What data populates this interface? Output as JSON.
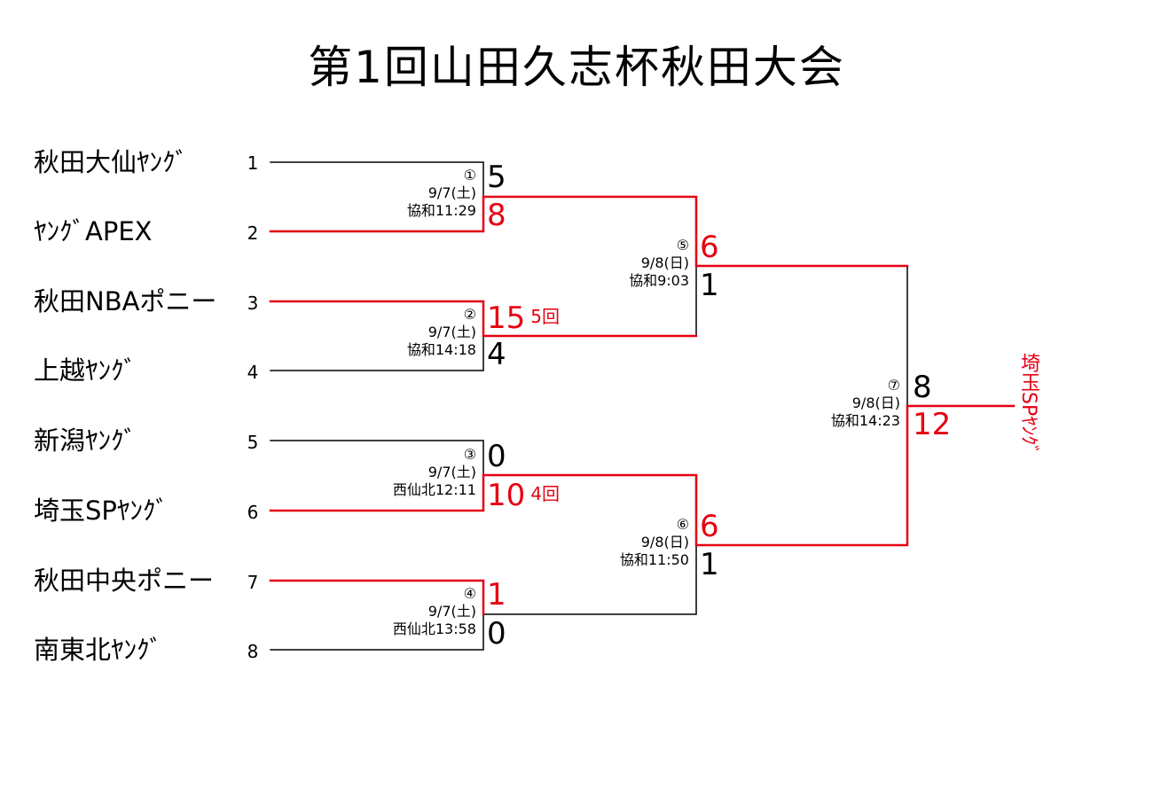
{
  "title": "第1回山田久志杯秋田大会",
  "teams": [
    {
      "seed": "1",
      "name": "秋田大仙ﾔﾝｸﾞ"
    },
    {
      "seed": "2",
      "name": "ﾔﾝｸﾞAPEX"
    },
    {
      "seed": "3",
      "name": "秋田NBAポニー"
    },
    {
      "seed": "4",
      "name": "上越ﾔﾝｸﾞ"
    },
    {
      "seed": "5",
      "name": "新潟ﾔﾝｸﾞ"
    },
    {
      "seed": "6",
      "name": "埼玉SPﾔﾝｸﾞ"
    },
    {
      "seed": "7",
      "name": "秋田中央ポニー"
    },
    {
      "seed": "8",
      "name": "南東北ﾔﾝｸﾞ"
    }
  ],
  "matches": [
    {
      "no": "①",
      "date": "9/7(土)",
      "venue": "協和11:29",
      "top_score": "5",
      "bottom_score": "8",
      "innings": ""
    },
    {
      "no": "②",
      "date": "9/7(土)",
      "venue": "協和14:18",
      "top_score": "15",
      "bottom_score": "4",
      "innings": "5回"
    },
    {
      "no": "③",
      "date": "9/7(土)",
      "venue": "西仙北12:11",
      "top_score": "0",
      "bottom_score": "10",
      "innings": "4回"
    },
    {
      "no": "④",
      "date": "9/7(土)",
      "venue": "西仙北13:58",
      "top_score": "1",
      "bottom_score": "0",
      "innings": ""
    },
    {
      "no": "⑤",
      "date": "9/8(日)",
      "venue": "協和9:03",
      "top_score": "6",
      "bottom_score": "1",
      "innings": ""
    },
    {
      "no": "⑥",
      "date": "9/8(日)",
      "venue": "協和11:50",
      "top_score": "6",
      "bottom_score": "1",
      "innings": ""
    },
    {
      "no": "⑦",
      "date": "9/8(日)",
      "venue": "協和14:23",
      "top_score": "8",
      "bottom_score": "12",
      "innings": ""
    }
  ],
  "champion": "埼玉SPﾔﾝｸﾞ",
  "colors": {
    "winner_line": "#e60012",
    "line": "#000000"
  }
}
